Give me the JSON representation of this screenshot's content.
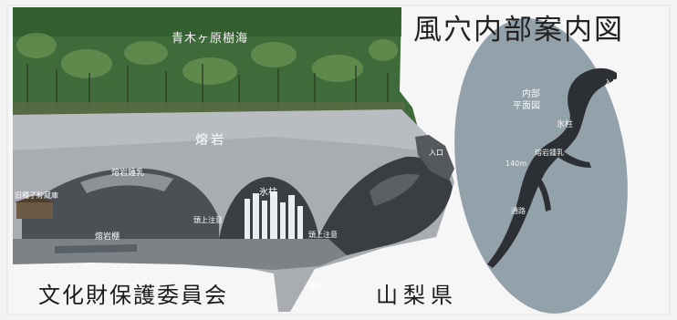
{
  "title": "風穴内部案内図",
  "organization": "文化財保護委員会",
  "prefecture": "山梨県",
  "cross_section": {
    "forest_label": "青木ヶ原樹海",
    "lava_label": "熔岩",
    "stalactite_label": "熔岩鍾乳",
    "ice_pillar_label": "氷柱",
    "shelf_label": "熔岩棚",
    "storage_label": "旧種子貯蔵庫",
    "entrance_label": "入口",
    "passage_label": "通路",
    "pillar_note_1": "頭上注意",
    "pillar_note_2": "頭上注意"
  },
  "plan_map": {
    "heading_line1": "内部",
    "heading_line2": "平面図",
    "entrance_label": "入口",
    "ice_label": "氷柱",
    "stalactite_label": "熔岩鍾乳",
    "passage_label": "通路",
    "depth_label": "140m"
  },
  "colors": {
    "board": "#f3f3f3",
    "forest": "#3f6b3a",
    "lava_rock": "#a9adb2",
    "cave_dark": "#3f4347",
    "plan_oval": "#93a1ab",
    "plan_cave": "#2c2f33"
  }
}
